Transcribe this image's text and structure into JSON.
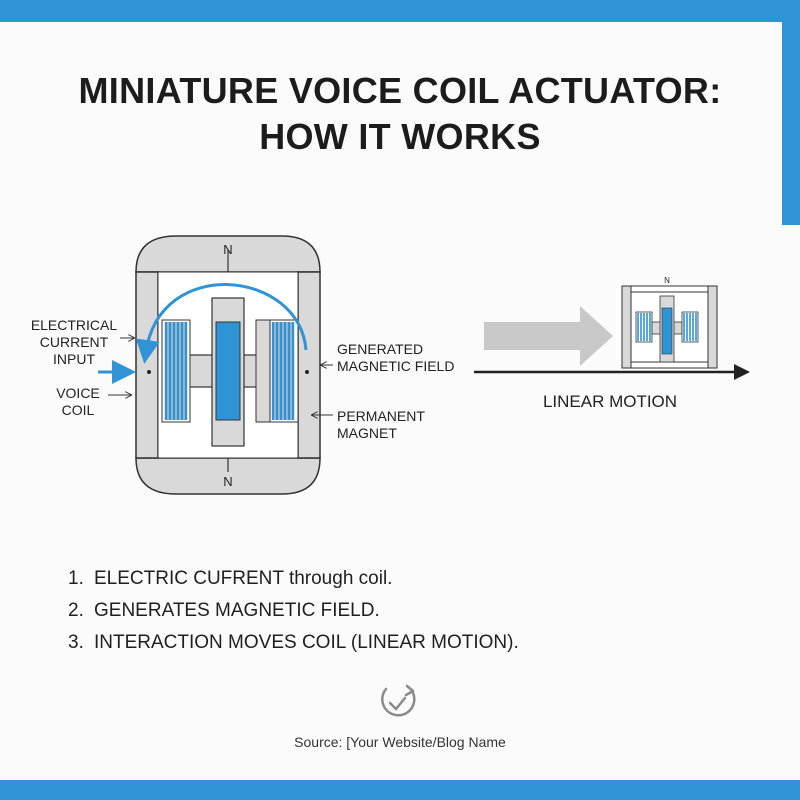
{
  "title": {
    "line1": "MINIATURE VOICE COIL ACTUATOR:",
    "line2": "HOW IT WORKS"
  },
  "diagram": {
    "pole_top": "N",
    "pole_bottom": "N",
    "mini_pole": "N",
    "labels": {
      "electrical_input": "ELECTRICAL\nCURRENT\nINPUT",
      "voice_coil": "VOICE\nCOIL",
      "generated_field": "GENERATED\nMAGNETIC FIELD",
      "permanent_magnet": "PERMANENT\nMAGNET",
      "linear_motion": "LINEAR MOTION"
    },
    "colors": {
      "accent_blue": "#2f93d6",
      "frame_gray": "#d9d9d9",
      "outline": "#333333",
      "arrow_gray": "#c8c8c8"
    }
  },
  "steps": [
    {
      "num": "1.",
      "text": "ELECTRIC CUFRENT through coil."
    },
    {
      "num": "2.",
      "text": "GENERATES MAGNETIC FIELD."
    },
    {
      "num": "3.",
      "text": "INTERACTION MOVES COIL (LINEAR MOTION)."
    }
  ],
  "footer": {
    "logo_icon": "refresh-check-icon",
    "source": "Source: [Your Website/Blog Name"
  }
}
